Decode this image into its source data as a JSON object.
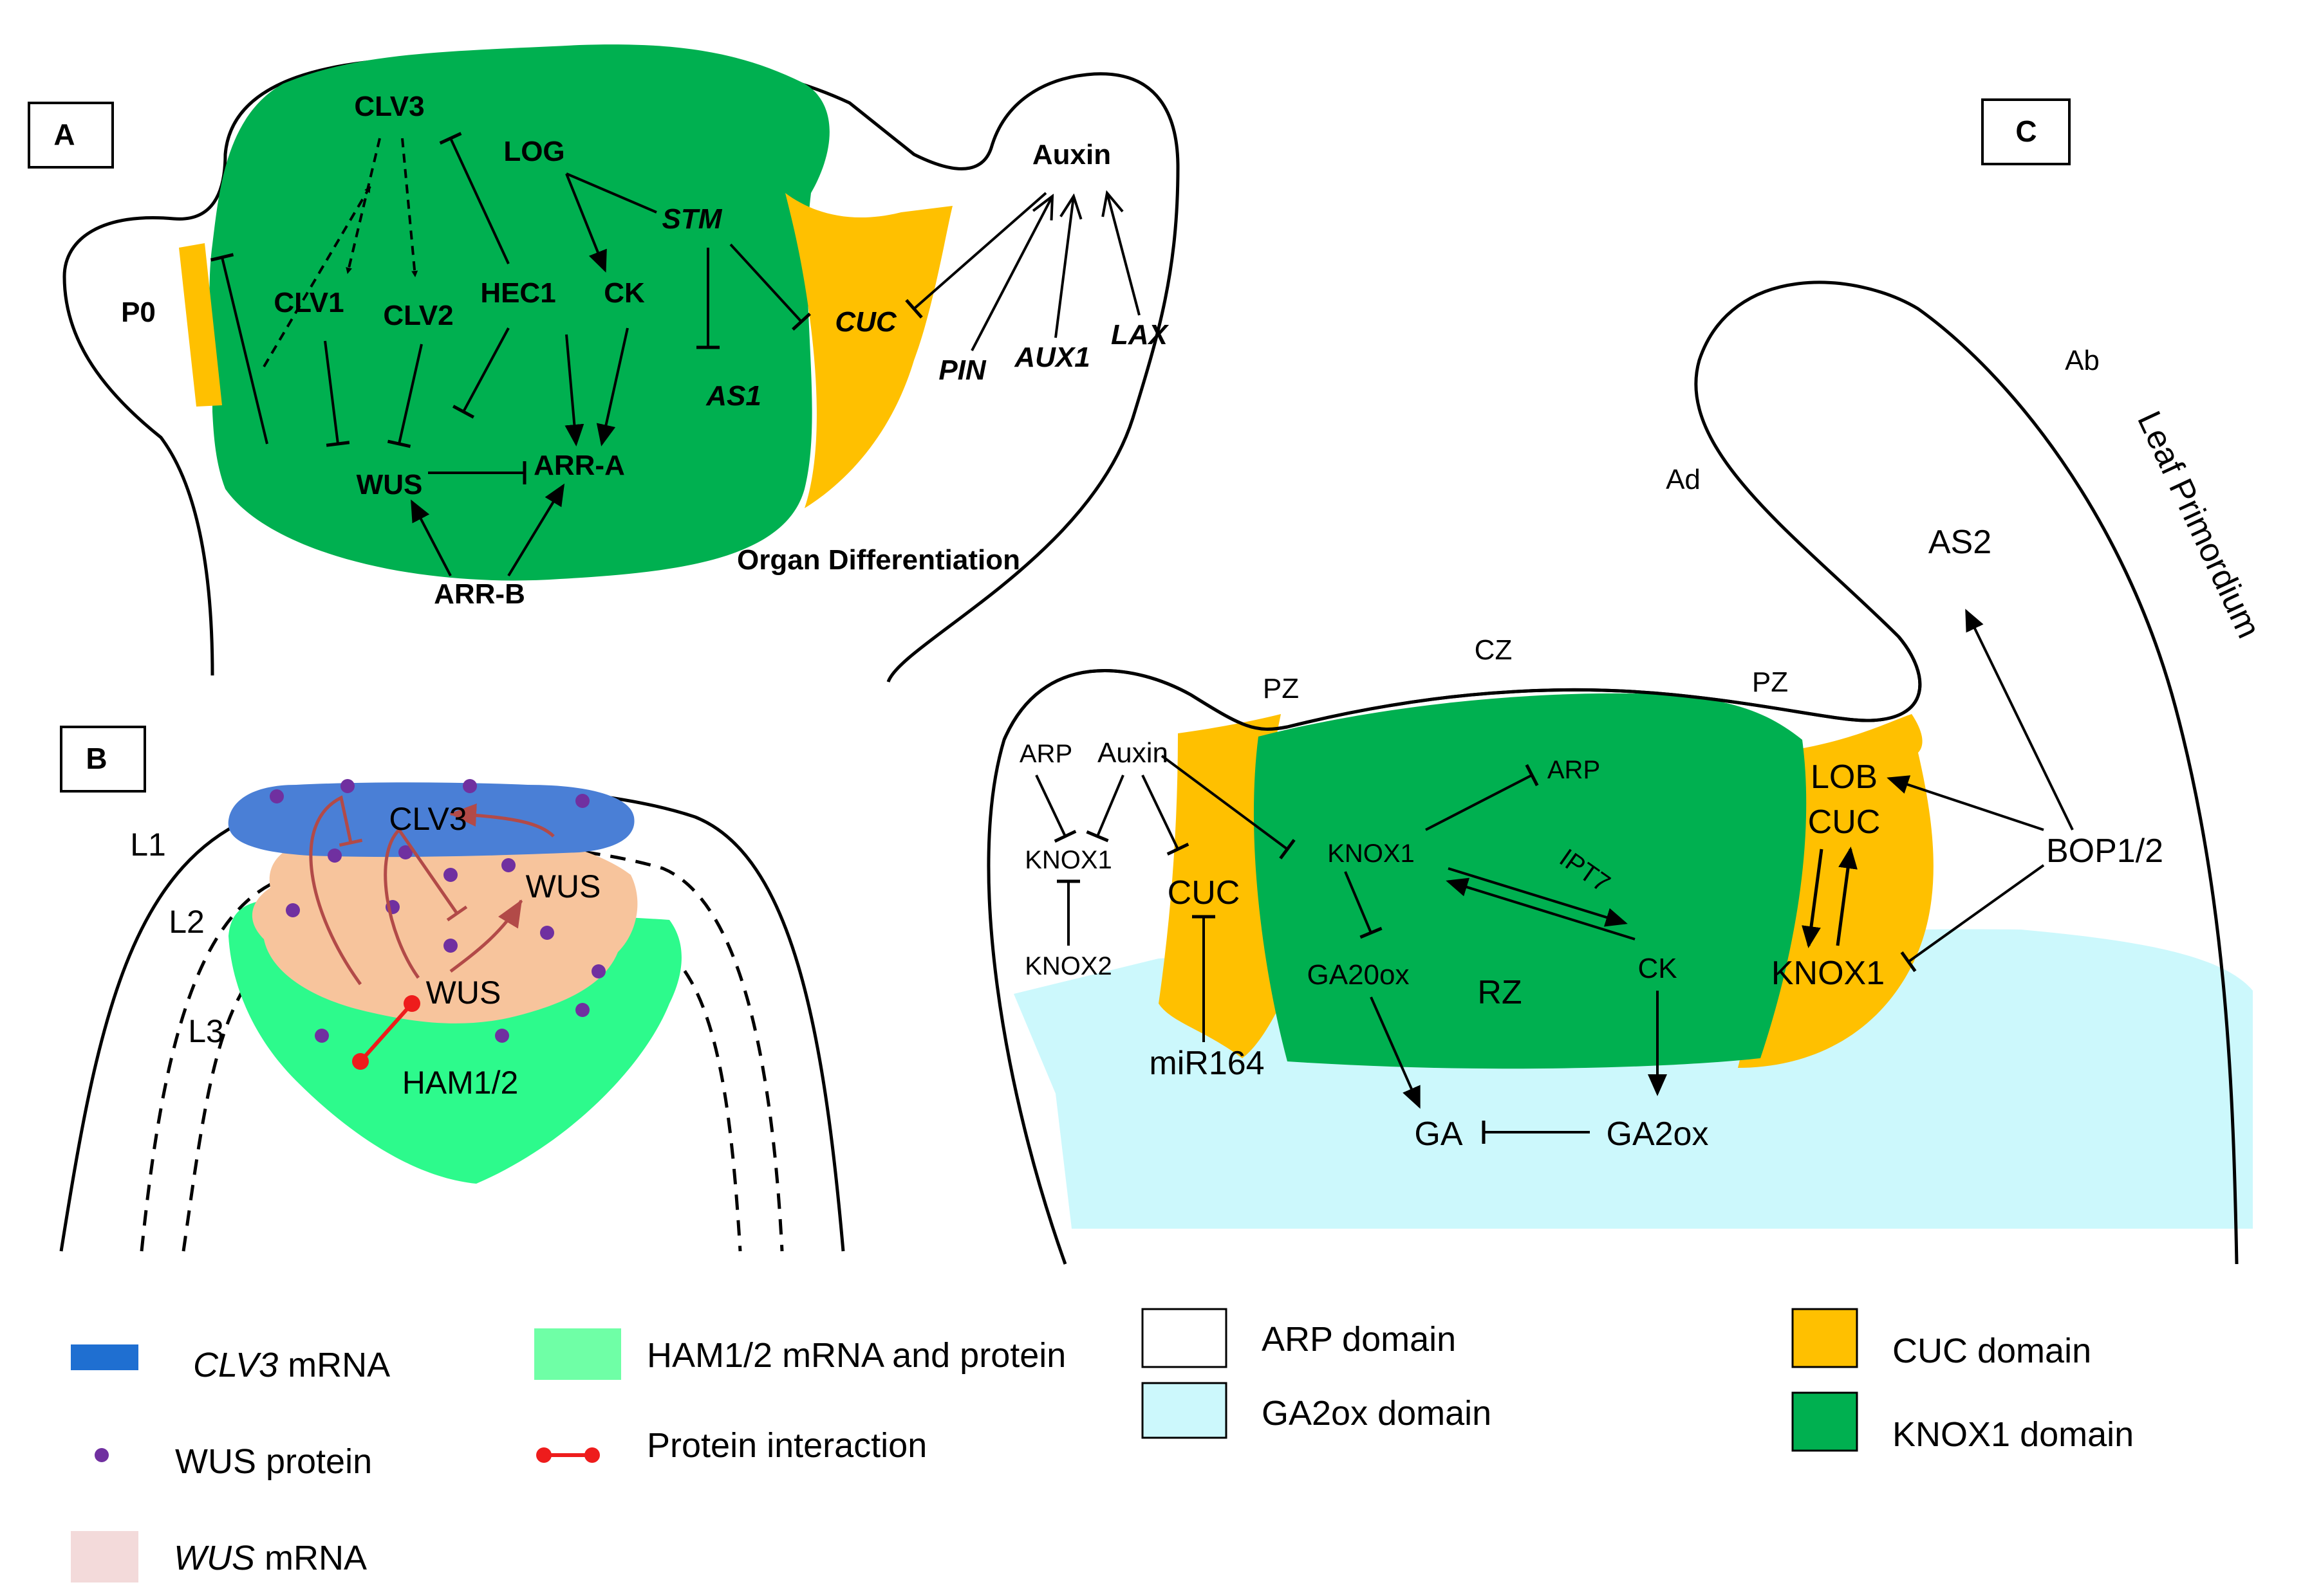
{
  "colors": {
    "knox1_green": "#00b050",
    "cuc_orange": "#ffc000",
    "clv3_blue": "#4a7fd6",
    "wus_peach": "#f7c49c",
    "ham_green": "#2dfa8c",
    "ga2ox_cyan": "#ccf8fc",
    "wus_protein": "#7030a0",
    "interaction_red": "#ee1c1c",
    "regulation_red": "#b24a48"
  },
  "panels": {
    "a": "A",
    "b": "B",
    "c": "C"
  },
  "panel_a": {
    "p0": "P0",
    "clv3": "CLV3",
    "log": "LOG",
    "stm": "STM",
    "clv1": "CLV1",
    "clv2": "CLV2",
    "hec1": "HEC1",
    "ck": "CK",
    "cuc": "CUC",
    "as1": "AS1",
    "wus": "WUS",
    "arr_a": "ARR-A",
    "arr_b": "ARR-B",
    "auxin": "Auxin",
    "pin": "PIN",
    "aux1": "AUX1",
    "lax": "LAX",
    "organ_diff": "Organ Differentiation"
  },
  "panel_b": {
    "l1": "L1",
    "l2": "L2",
    "l3": "L3",
    "clv3": "CLV3",
    "wus_top": "WUS",
    "wus_mid": "WUS",
    "ham": "HAM1/2"
  },
  "panel_c": {
    "pz_left": "PZ",
    "cz": "CZ",
    "pz_right": "PZ",
    "rz": "RZ",
    "ad": "Ad",
    "ab": "Ab",
    "leaf_primordium": "Leaf Primordium",
    "as2": "AS2",
    "arp_left": "ARP",
    "auxin": "Auxin",
    "knox1_left": "KNOX1",
    "knox2": "KNOX2",
    "cuc_left": "CUC",
    "mir164": "miR164",
    "knox1_center": "KNOX1",
    "arp_center": "ARP",
    "ipt7": "IPT7",
    "ga20ox": "GA20ox",
    "ck": "CK",
    "ga": "GA",
    "ga2ox": "GA2ox",
    "lob": "LOB",
    "cuc_right": "CUC",
    "knox1_right": "KNOX1",
    "bop": "BOP1/2"
  },
  "legend": {
    "clv3_italic": "CLV3",
    "clv3_rest": " mRNA",
    "wus_protein": "WUS protein",
    "wus_italic": "WUS",
    "wus_rest": " mRNA",
    "ham": "HAM1/2 mRNA and protein",
    "interaction": "Protein interaction",
    "arp": "ARP domain",
    "ga2ox": "GA2ox domain",
    "cuc": "CUC domain",
    "knox1": "KNOX1 domain"
  }
}
